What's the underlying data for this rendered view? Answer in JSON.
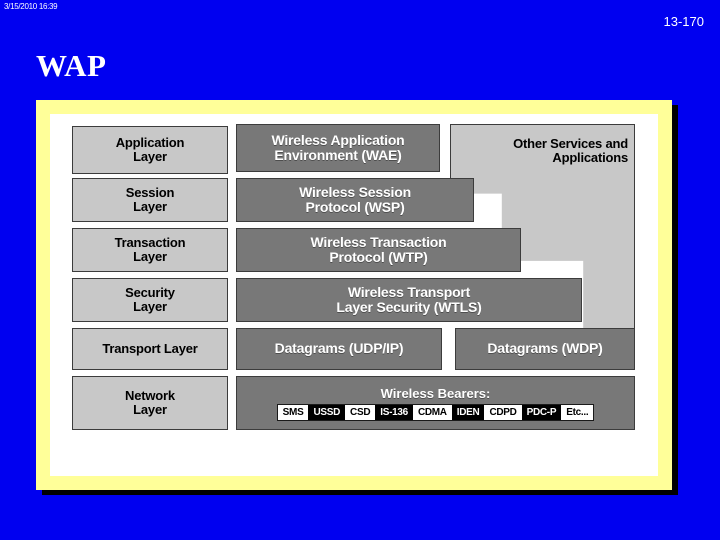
{
  "slide": {
    "timestamp": "3/15/2010  16:39",
    "page_number": "13-170",
    "title": "WAP",
    "background_color": "#0000f0",
    "frame_color": "#ffff99"
  },
  "diagram": {
    "colors": {
      "layer_fill": "#c8c8c8",
      "protocol_fill": "#787878",
      "bearer_light": "#ffffff",
      "bearer_dark": "#000000"
    },
    "rows": [
      {
        "layer": "Application\nLayer",
        "layer_line1": "Application",
        "layer_line2": "Layer",
        "protocol_line1": "Wireless Application",
        "protocol_line2": "Environment (WAE)"
      },
      {
        "layer_line1": "Session",
        "layer_line2": "Layer",
        "protocol_line1": "Wireless Session",
        "protocol_line2": "Protocol (WSP)"
      },
      {
        "layer_line1": "Transaction",
        "layer_line2": "Layer",
        "protocol_line1": "Wireless Transaction",
        "protocol_line2": "Protocol (WTP)"
      },
      {
        "layer_line1": "Security",
        "layer_line2": "Layer",
        "protocol_line1": "Wireless Transport",
        "protocol_line2": "Layer Security (WTLS)"
      },
      {
        "layer_line1": "Transport Layer",
        "layer_line2": "",
        "protocol_line1": "Datagrams (UDP/IP)",
        "protocol_line2": "",
        "protocol_b_line1": "Datagrams (WDP)"
      },
      {
        "layer_line1": "Network",
        "layer_line2": "Layer",
        "protocol_line1": "Wireless Bearers:",
        "protocol_line2": ""
      }
    ],
    "other_services": {
      "line1": "Other Services and",
      "line2": "Applications"
    },
    "bearers_title": "Wireless Bearers:",
    "bearers": [
      {
        "label": "SMS",
        "style": "light"
      },
      {
        "label": "USSD",
        "style": "dark"
      },
      {
        "label": "CSD",
        "style": "light"
      },
      {
        "label": "IS-136",
        "style": "dark"
      },
      {
        "label": "CDMA",
        "style": "light"
      },
      {
        "label": "IDEN",
        "style": "dark"
      },
      {
        "label": "CDPD",
        "style": "light"
      },
      {
        "label": "PDC-P",
        "style": "dark"
      },
      {
        "label": "Etc...",
        "style": "light"
      }
    ]
  }
}
